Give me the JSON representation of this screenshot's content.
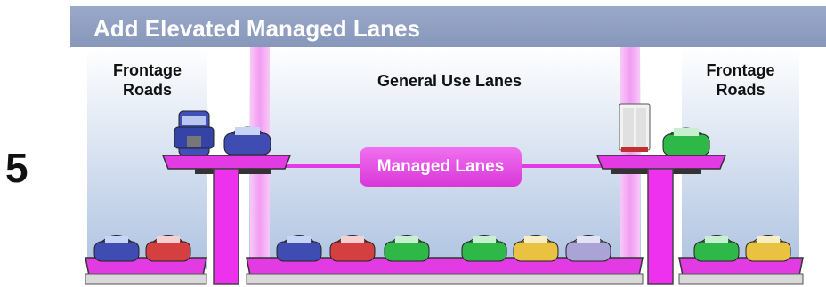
{
  "step_number": "5",
  "banner": {
    "title": "Add Elevated Managed Lanes"
  },
  "labels": {
    "frontage_left_line1": "Frontage",
    "frontage_left_line2": "Roads",
    "general_use": "General Use Lanes",
    "frontage_right_line1": "Frontage",
    "frontage_right_line2": "Roads",
    "managed_lanes": "Managed Lanes"
  },
  "colors": {
    "managed_magenta": "#e33be3",
    "column_magenta": "#ee31ee",
    "light_pink": "#f4b8f4",
    "sky_top": "#ffffff",
    "sky_bottom": "#b3c7e3",
    "banner": "#8f9ec2"
  },
  "vehicles": {
    "elevated_left": [
      "truck-blue",
      "car-blue"
    ],
    "elevated_right": [
      "truck-white",
      "car-green"
    ],
    "ground_left": [
      "car-blue",
      "car-red"
    ],
    "ground_center": [
      "car-blue",
      "car-red",
      "car-green",
      "car-green",
      "car-yellow",
      "car-lavender"
    ],
    "ground_right": [
      "car-green",
      "car-yellow"
    ]
  }
}
